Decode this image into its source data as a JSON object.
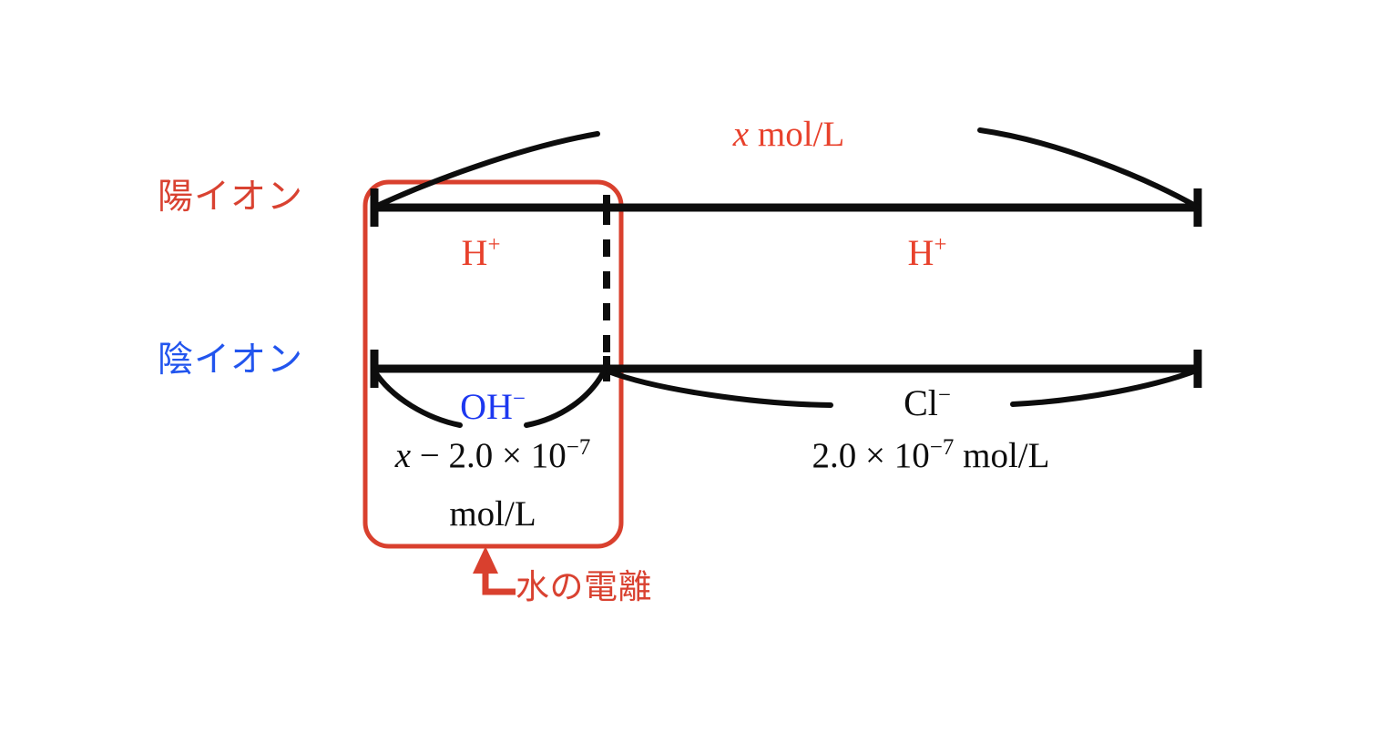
{
  "diagram": {
    "title_text": "",
    "colors": {
      "cation_red": "#d94231",
      "anion_blue": "#2255ee",
      "species_red": "#e8412c",
      "species_blue": "#1d38f0",
      "box_red": "#d9402e",
      "bar_black": "#0d0d0d"
    },
    "rows": [
      {
        "id": "cation",
        "label": "陽イオン"
      },
      {
        "id": "anion",
        "label": "陰イオン"
      }
    ],
    "cation_bar": {
      "segments": [
        {
          "id": "h-plus-water",
          "species": "H",
          "charge": "+"
        },
        {
          "id": "h-plus-acid",
          "species": "H",
          "charge": "+"
        }
      ],
      "total_label": "x mol/L",
      "total_label_variable": "x",
      "total_label_unit": "mol/L"
    },
    "anion_bar": {
      "segments": [
        {
          "id": "oh-minus",
          "species": "OH",
          "charge": "−",
          "amount": "x − 2.0 × 10",
          "amount_exponent": "−7",
          "amount_unit": "mol/L"
        },
        {
          "id": "cl-minus",
          "species": "Cl",
          "charge": "−",
          "amount": "2.0 × 10",
          "amount_exponent": "−7",
          "amount_unit": "mol/L"
        }
      ]
    },
    "highlight_box": {
      "caption": "水の電離"
    },
    "labels": {
      "h_plus_left": "H",
      "h_plus_left_charge": "+",
      "h_plus_right": "H",
      "h_plus_right_charge": "+",
      "oh_minus": "OH",
      "oh_minus_charge": "−",
      "cl_minus": "Cl",
      "cl_minus_charge": "−",
      "x_variable": "x",
      "x_unit": "mol/L",
      "oh_amount_head": "x",
      "oh_amount_body": " − 2.0 × 10",
      "oh_amount_exp": "−7",
      "oh_amount_unit": "mol/L",
      "cl_amount_body": "2.0 × 10",
      "cl_amount_exp": "−7",
      "cl_amount_unit": " mol/L"
    }
  }
}
